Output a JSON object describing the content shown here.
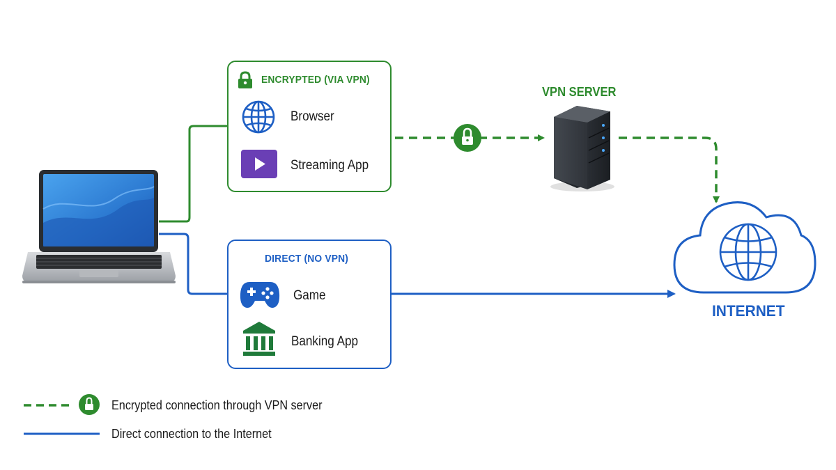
{
  "encrypted_group": {
    "title": "ENCRYPTED (VIA VPN)",
    "items": [
      {
        "label": "Browser",
        "icon": "globe-icon"
      },
      {
        "label": "Streaming App",
        "icon": "play-icon"
      }
    ]
  },
  "direct_group": {
    "title": "DIRECT (NO VPN)",
    "items": [
      {
        "label": "Game",
        "icon": "gamepad-icon"
      },
      {
        "label": "Banking App",
        "icon": "bank-icon"
      }
    ]
  },
  "vpn_server": {
    "label": "VPN SERVER"
  },
  "internet": {
    "label": "INTERNET"
  },
  "legend": {
    "encrypted": "Encrypted connection through VPN server",
    "direct": "Direct connection to the Internet"
  },
  "colors": {
    "green": "#2e8b2e",
    "blue": "#1e5fc4",
    "purple": "#6a3fb5",
    "dark_green": "#1f7a3a"
  }
}
